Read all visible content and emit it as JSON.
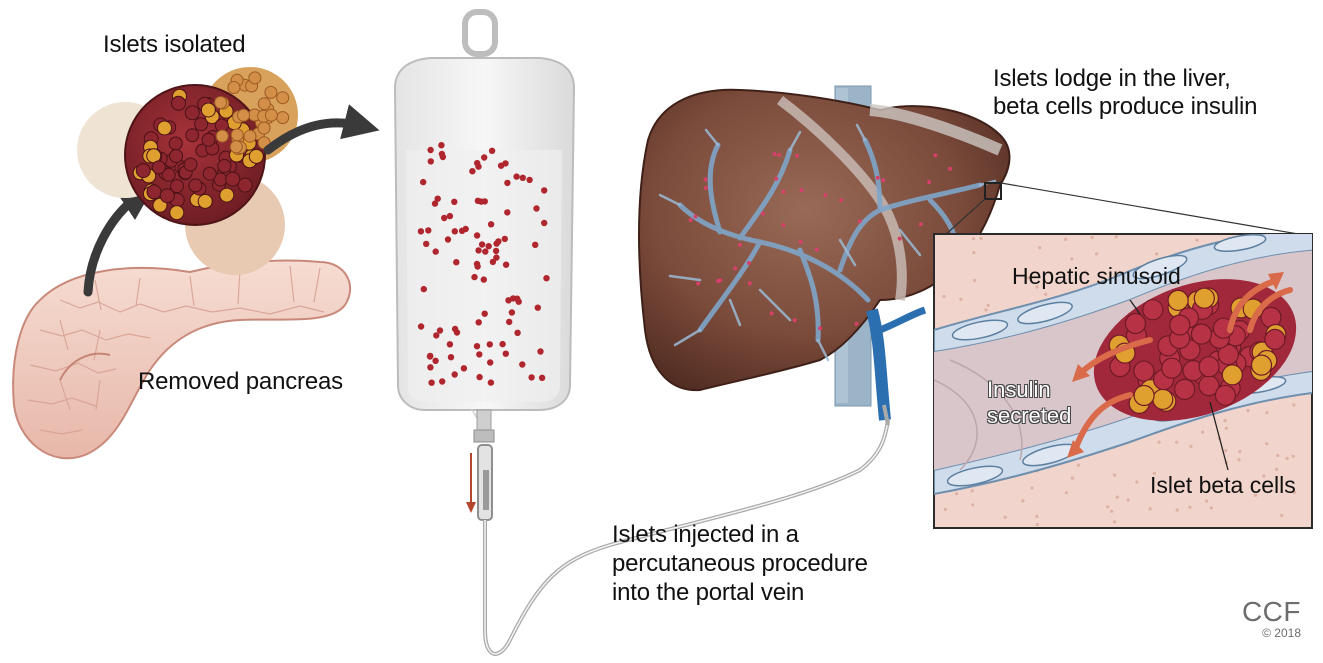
{
  "labels": {
    "islets_isolated": "Islets isolated",
    "removed_pancreas": "Removed pancreas",
    "liver_line1": "Islets lodge in the liver,",
    "liver_line2": "beta cells produce insulin",
    "hepatic_sinusoid": "Hepatic sinusoid",
    "insulin_line1": "Insulin",
    "insulin_line2": "secreted",
    "islet_beta_cells": "Islet beta cells",
    "injected_line1": "Islets injected in a",
    "injected_line2": "percutaneous procedure",
    "injected_line3": "into the portal vein"
  },
  "credit": {
    "org": "CCF",
    "year": "© 2018"
  },
  "colors": {
    "islet_red": "#b0262e",
    "islet_orange": "#e0a030",
    "liver_brown": "#7a4a3a",
    "vessel_blue": "#7fa6c9",
    "pancreas_pink": "#f2cfc4",
    "tissue_pink": "#f1d4cb"
  }
}
